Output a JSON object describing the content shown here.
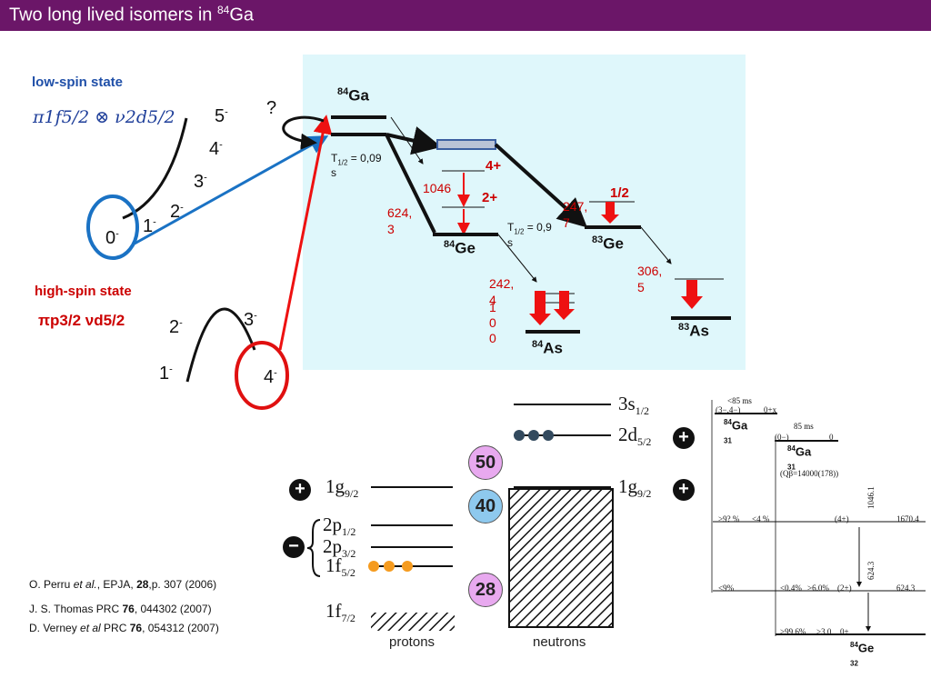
{
  "title": {
    "text": "Two long lived isomers in ",
    "mass": "84",
    "element": "Ga"
  },
  "left": {
    "low_spin_label": "low-spin state",
    "low_formula": "π1f5/2 ⊗ ν2d5/2",
    "low_levels": [
      {
        "spin": "5",
        "sign": "-"
      },
      {
        "spin": "4",
        "sign": "-"
      },
      {
        "spin": "3",
        "sign": "-"
      },
      {
        "spin": "2",
        "sign": "-"
      },
      {
        "spin": "1",
        "sign": "-"
      },
      {
        "spin": "0",
        "sign": "-"
      }
    ],
    "high_spin_label": "high-spin state",
    "high_formula": "πp3/2 νd5/2",
    "high_levels": [
      {
        "spin": "3",
        "sign": "-"
      },
      {
        "spin": "2",
        "sign": "-"
      },
      {
        "spin": "1",
        "sign": "-"
      },
      {
        "spin": "4",
        "sign": "-"
      }
    ]
  },
  "decay": {
    "question": "?",
    "ga": {
      "mass": "84",
      "el": "Ga"
    },
    "ga_half_life": {
      "a": "T",
      "sub": "1/2",
      "b": " = 0,09",
      "c": "s"
    },
    "e624": "624,\n3",
    "e1046": "1046",
    "lvl_4plus": "4+",
    "lvl_2plus": "2+",
    "ge84": {
      "mass": "84",
      "el": "Ge"
    },
    "ge_half_life": {
      "a": "T",
      "sub": "1/2",
      "b": " = 0,9",
      "c": "s"
    },
    "e2424": "242,\n4",
    "e100": "100",
    "as84": {
      "mass": "84",
      "el": "As"
    },
    "e2477": "247,\n7",
    "lvl_half": "1/2",
    "ge83": {
      "mass": "83",
      "el": "Ge"
    },
    "e3065": "306,\n5",
    "as83": {
      "mass": "83",
      "el": "As"
    }
  },
  "shell": {
    "protons_label": "protons",
    "neutrons_label": "neutrons",
    "proton_orbitals": [
      {
        "n": "1g",
        "j": "9/2"
      },
      {
        "n": "2p",
        "j": "1/2"
      },
      {
        "n": "2p",
        "j": "3/2"
      },
      {
        "n": "1f",
        "j": "5/2"
      },
      {
        "n": "1f",
        "j": "7/2"
      }
    ],
    "neutron_orbitals": [
      {
        "n": "3s",
        "j": "1/2"
      },
      {
        "n": "2d",
        "j": "5/2"
      },
      {
        "n": "1g",
        "j": "9/2"
      }
    ],
    "magic": [
      "50",
      "40",
      "28"
    ],
    "parity": {
      "plus": "+",
      "minus": "−"
    },
    "colors": {
      "magic50": "#e8a9ef",
      "magic40": "#8ec9ee",
      "magic28": "#e8a9ef",
      "proton_dot": "#f59b1f",
      "neutron_dot": "#334a5e",
      "arrow_red": "#ee1111",
      "arrow_blue": "#1a72c4"
    }
  },
  "refs": [
    {
      "a": "O. Perru ",
      "i": "et al.",
      "b": ", EPJA, ",
      "bold": "28",
      "c": ",p. 307 (2006)"
    },
    {
      "a": "J. S. Thomas PRC ",
      "bold": "76",
      "b": ", 044302 (2007)"
    },
    {
      "a": "D. Verney ",
      "i": "et al",
      "b": " PRC ",
      "bold": "76",
      "c": ", 054312 (2007)"
    }
  ],
  "right_scheme": {
    "t_top": "<85 ms",
    "top_spin": "(3−,4−)",
    "top_e": "0+x",
    "ga_top": {
      "mass": "84",
      "z": "31",
      "el": "Ga"
    },
    "t_mid": "85 ms",
    "mid_spin": "(0−)",
    "mid_e": "0",
    "ga_mid": {
      "mass": "84",
      "z": "31",
      "el": "Ga"
    },
    "qbeta": "(Qβ=14000(178))",
    "e1670": "1670.4",
    "spin4": "(4+)",
    "g1046": "1046.1",
    "pct9": ">9? %",
    "pct4": "<4 %",
    "e624": "624.3",
    "spin2": "(2+)",
    "g624": "624.3",
    "pct9b": "<9%",
    "pct04": "<0.4%",
    "pct6": ">6.0%",
    "spin0": "0+",
    "pct996": ">99.6%",
    "pct30": ">3.0",
    "ge": {
      "mass": "84",
      "z": "32",
      "el": "Ge"
    }
  }
}
